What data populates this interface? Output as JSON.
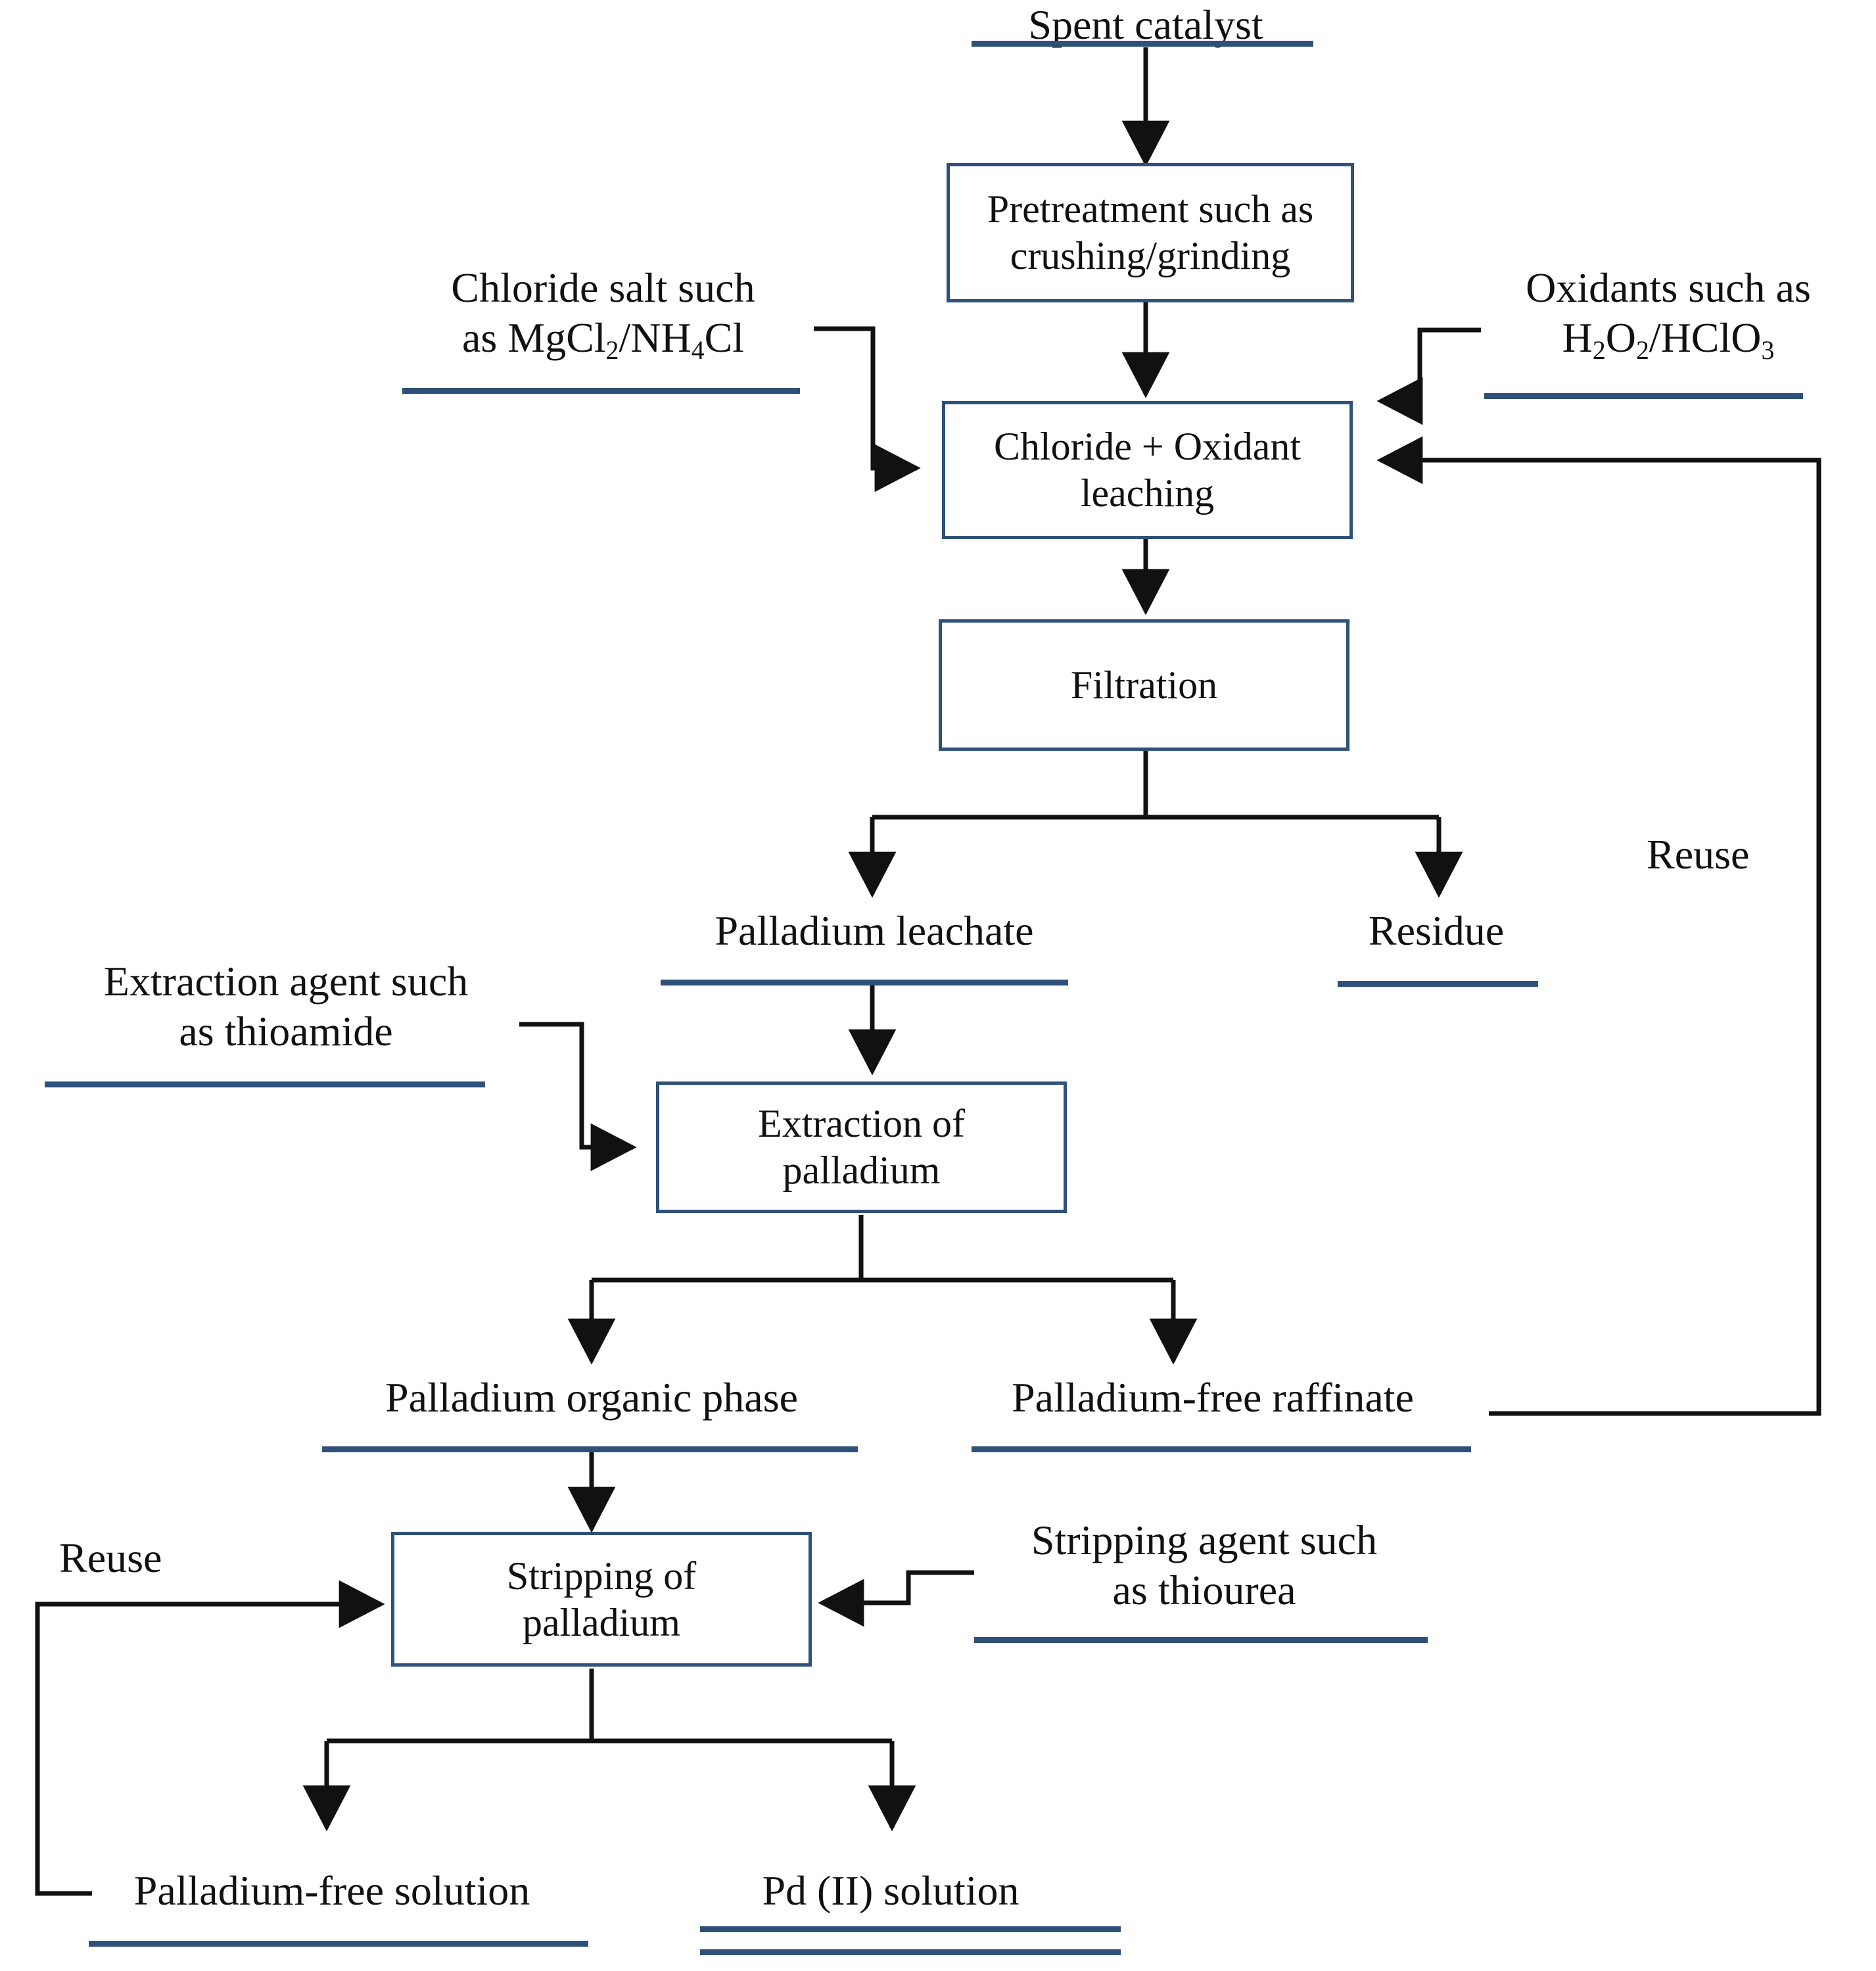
{
  "diagram": {
    "title": "Hydrometallurgical palladium recovery flowsheet",
    "accent_color": "#2f5179",
    "line_color": "#111111",
    "background": "#ffffff"
  },
  "streams": {
    "spent_catalyst": "Spent catalyst",
    "chloride_salt": "Chloride salt such as MgCl2/NH4Cl",
    "chloride_salt_line1": "Chloride salt such",
    "chloride_salt_line2_pre": "as MgCl",
    "chloride_salt_sub1": "2",
    "chloride_salt_line2_mid": "/NH",
    "chloride_salt_sub2": "4",
    "chloride_salt_line2_end": "Cl",
    "oxidants_line1": "Oxidants such as",
    "oxidants_h": "H",
    "oxidants_sub1": "2",
    "oxidants_o": "O",
    "oxidants_sub2": "2",
    "oxidants_slash_hclo": "/HClO",
    "oxidants_sub3": "3",
    "palladium_leachate": "Palladium leachate",
    "residue": "Residue",
    "extraction_agent_line1": "Extraction agent such",
    "extraction_agent_line2": "as thioamide",
    "palladium_organic_phase": "Palladium organic phase",
    "palladium_free_raffinate": "Palladium-free raffinate",
    "stripping_agent_line1": "Stripping agent such",
    "stripping_agent_line2": "as thiourea",
    "palladium_free_solution": "Palladium-free solution",
    "pd_ii_solution": "Pd (II) solution"
  },
  "processes": {
    "pretreatment_line1": "Pretreatment such as",
    "pretreatment_line2": "crushing/grinding",
    "leaching_line1": "Chloride + Oxidant",
    "leaching_line2": "leaching",
    "filtration": "Filtration",
    "extraction_line1": "Extraction of",
    "extraction_line2": "palladium",
    "stripping_line1": "Stripping of",
    "stripping_line2": "palladium"
  },
  "annotations": {
    "reuse_right": "Reuse",
    "reuse_left": "Reuse"
  }
}
